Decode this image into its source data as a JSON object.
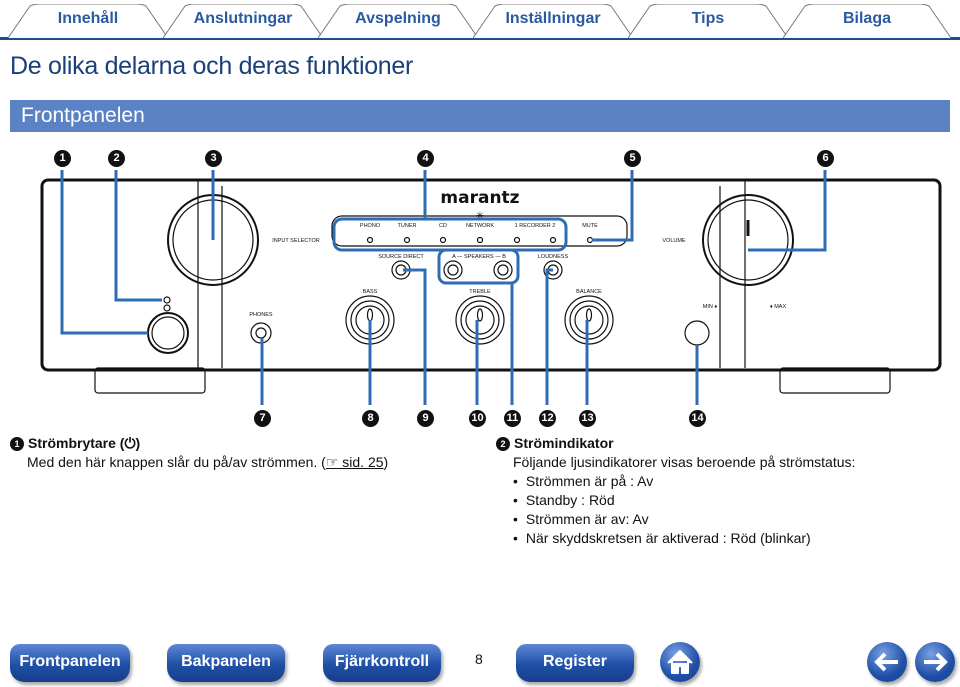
{
  "tabs": [
    "Innehåll",
    "Anslutningar",
    "Avspelning",
    "Inställningar",
    "Tips",
    "Bilaga"
  ],
  "page_title": "De olika delarna och deras funktioner",
  "section_title": "Frontpanelen",
  "callouts_top": [
    "1",
    "2",
    "3",
    "4",
    "5",
    "6"
  ],
  "callouts_bottom": [
    "7",
    "8",
    "9",
    "10",
    "11",
    "12",
    "13",
    "14"
  ],
  "amp": {
    "brand": "marantz",
    "inputs": [
      "PHONO",
      "TUNER",
      "CD",
      "NETWORK",
      "1  RECORDER  2",
      "MUTE"
    ],
    "input_selector": "INPUT SELECTOR",
    "volume": "VOLUME",
    "source_direct": "SOURCE DIRECT",
    "speakers": "A — SPEAKERS — B",
    "loudness": "LOUDNESS",
    "bass": "BASS",
    "treble": "TREBLE",
    "balance": "BALANCE",
    "phones": "PHONES",
    "min": "MIN ♦",
    "max": "♦ MAX"
  },
  "items": [
    {
      "num": "1",
      "title": "Strömbrytare (⏻)",
      "text": "Med den här knappen slår du på/av strömmen.  (",
      "link": "☞ sid. 25",
      "after": ")"
    },
    {
      "num": "2",
      "title": "Strömindikator",
      "text": "Följande ljusindikatorer visas beroende på strömstatus:",
      "bullets": [
        "Strömmen är på : Av",
        "Standby : Röd",
        "Strömmen är av: Av",
        "När skyddskretsen är aktiverad : Röd (blinkar)"
      ]
    }
  ],
  "footer": {
    "buttons": [
      "Frontpanelen",
      "Bakpanelen",
      "Fjärrkontroll",
      "Register"
    ],
    "page": "8"
  }
}
